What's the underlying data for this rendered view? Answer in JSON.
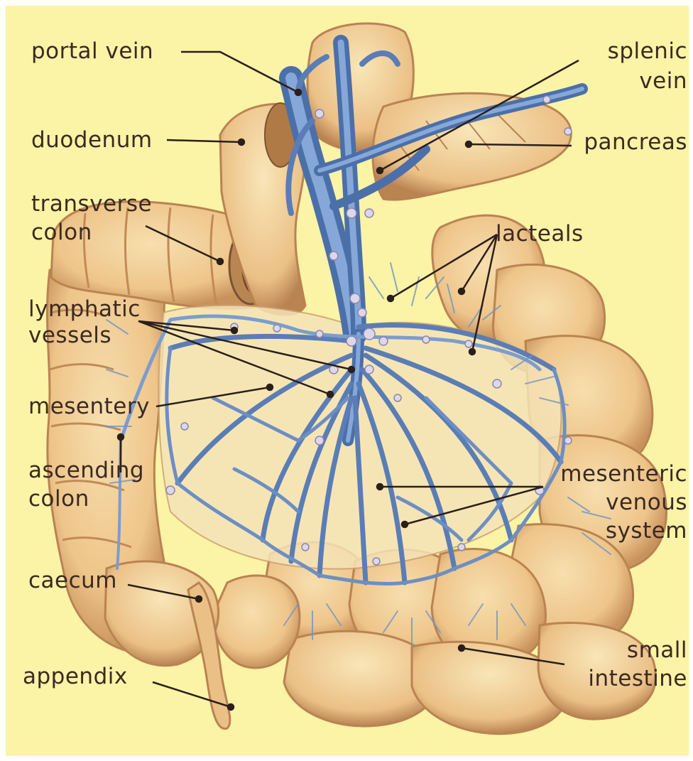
{
  "colors": {
    "background": "#fbf3a6",
    "intestine_fill": "#f0cf94",
    "intestine_shadow": "#c98f5a",
    "vein": "#6f93c9",
    "vein_dark": "#3f5f97",
    "lymph_node": "#d6d2e6",
    "leader_line": "#2a1f1a",
    "text": "#3a2a22"
  },
  "labels": {
    "portal_vein": "portal vein",
    "splenic_vein_1": "splenic",
    "splenic_vein_2": "vein",
    "duodenum": "duodenum",
    "pancreas": "pancreas",
    "transverse_colon_1": "transverse",
    "transverse_colon_2": "colon",
    "lacteals": "lacteals",
    "lymphatic_vessels_1": "lymphatic",
    "lymphatic_vessels_2": "vessels",
    "mesentery": "mesentery",
    "ascending_colon_1": "ascending",
    "ascending_colon_2": "colon",
    "mesenteric_venous_system_1": "mesenteric",
    "mesenteric_venous_system_2": "venous",
    "mesenteric_venous_system_3": "system",
    "caecum": "caecum",
    "small_intestine_1": "small",
    "small_intestine_2": "intestine",
    "appendix": "appendix"
  }
}
